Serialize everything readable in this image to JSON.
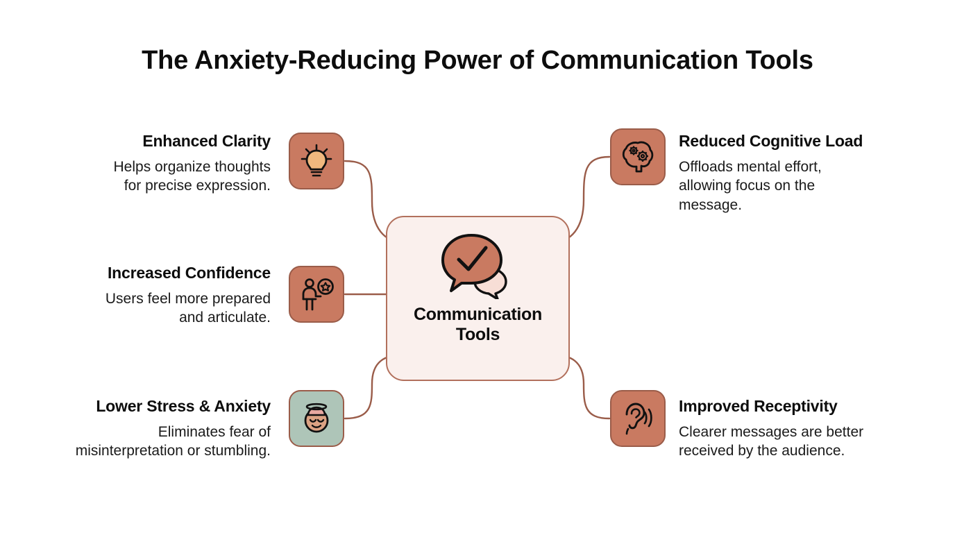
{
  "page": {
    "title": "The Anxiety-Reducing Power of Communication Tools",
    "background_color": "#ffffff"
  },
  "theme": {
    "terracotta": "#c97a61",
    "sage": "#aec5b8",
    "center_fill": "#faf0ed",
    "outline": "#9a5c49",
    "text": "#0d0d0d"
  },
  "center": {
    "label_line1": "Communication",
    "label_line2": "Tools",
    "icon": "speech-bubble-check-icon"
  },
  "branches": {
    "left": [
      {
        "id": "clarity",
        "title": "Enhanced Clarity",
        "desc_line1": "Helps organize thoughts",
        "desc_line2": "for precise expression.",
        "icon": "lightbulb-icon",
        "tile_color": "#c97a61"
      },
      {
        "id": "confidence",
        "title": "Increased Confidence",
        "desc_line1": "Users feel more prepared",
        "desc_line2": "and articulate.",
        "icon": "person-star-badge-icon",
        "tile_color": "#c97a61"
      },
      {
        "id": "stress",
        "title": "Lower Stress & Anxiety",
        "desc_line1": "Eliminates fear of",
        "desc_line2": "misinterpretation or stumbling.",
        "icon": "calm-face-halo-icon",
        "tile_color": "#aec5b8"
      }
    ],
    "right": [
      {
        "id": "cognitive",
        "title": "Reduced Cognitive Load",
        "desc_line1": "Offloads mental effort,",
        "desc_line2": "allowing focus on the",
        "desc_line3": "message.",
        "icon": "brain-gears-icon",
        "tile_color": "#c97a61"
      },
      {
        "id": "receptivity",
        "title": "Improved Receptivity",
        "desc_line1": "Clearer messages are better",
        "desc_line2": "received by the audience.",
        "icon": "ear-soundwaves-icon",
        "tile_color": "#c97a61"
      }
    ]
  }
}
